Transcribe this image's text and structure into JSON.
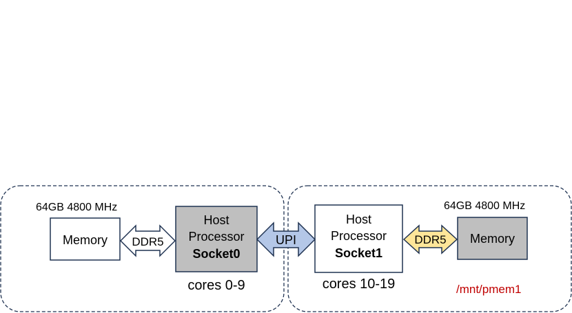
{
  "socket0": {
    "memory_spec": "64GB 4800 MHz",
    "memory_label": "Memory",
    "link_label": "DDR5",
    "processor_line1": "Host",
    "processor_line2": "Processor",
    "processor_name": "Socket0",
    "cores_label": "cores 0-9"
  },
  "socket1": {
    "memory_spec": "64GB 4800 MHz",
    "memory_label": "Memory",
    "link_label": "DDR5",
    "processor_line1": "Host",
    "processor_line2": "Processor",
    "processor_name": "Socket1",
    "cores_label": "cores 10-19",
    "mount_path": "/mnt/pmem1"
  },
  "interconnect": {
    "label": "UPI"
  },
  "colors": {
    "gray_box": "#bfbfbf",
    "upi_arrow": "#b4c7e7",
    "ddr5_arrow_socket1": "#ffe699",
    "border": "#1f3251",
    "mount_path": "#c00000"
  }
}
